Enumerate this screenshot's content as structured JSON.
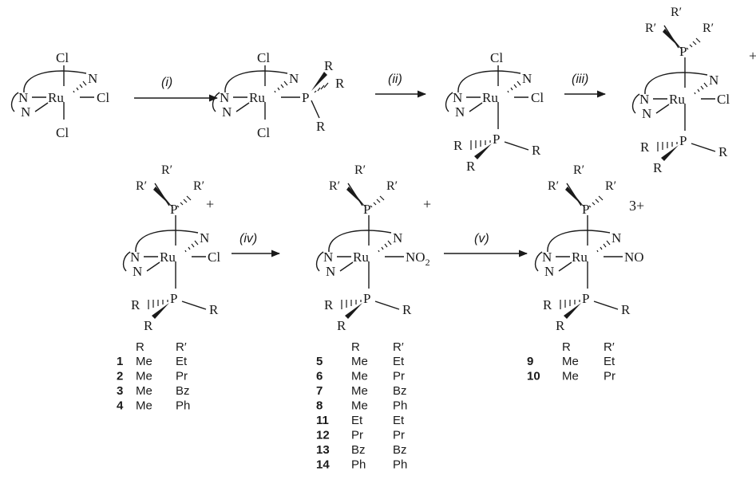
{
  "steps": [
    "(i)",
    "(ii)",
    "(iii)",
    "(iv)",
    "(v)"
  ],
  "atoms": {
    "ru": "Ru",
    "cl": "Cl",
    "n": "N",
    "p": "P",
    "r": "R",
    "rp": "R′",
    "no2": "NO",
    "no2_sub": "2",
    "no": "NO"
  },
  "charges": {
    "plus": "+",
    "three_plus": "3+"
  },
  "table_headers": {
    "r": "R",
    "rp": "R′"
  },
  "table1": [
    {
      "num": "1",
      "r": "Me",
      "rp": "Et"
    },
    {
      "num": "2",
      "r": "Me",
      "rp": "Pr"
    },
    {
      "num": "3",
      "r": "Me",
      "rp": "Bz"
    },
    {
      "num": "4",
      "r": "Me",
      "rp": "Ph"
    }
  ],
  "table2": [
    {
      "num": "5",
      "r": "Me",
      "rp": "Et"
    },
    {
      "num": "6",
      "r": "Me",
      "rp": "Pr"
    },
    {
      "num": "7",
      "r": "Me",
      "rp": "Bz"
    },
    {
      "num": "8",
      "r": "Me",
      "rp": "Ph"
    },
    {
      "num": "11",
      "r": "Et",
      "rp": "Et"
    },
    {
      "num": "12",
      "r": "Pr",
      "rp": "Pr"
    },
    {
      "num": "13",
      "r": "Bz",
      "rp": "Bz"
    },
    {
      "num": "14",
      "r": "Ph",
      "rp": "Ph"
    }
  ],
  "table3": [
    {
      "num": "9",
      "r": "Me",
      "rp": "Et"
    },
    {
      "num": "10",
      "r": "Me",
      "rp": "Pr"
    }
  ]
}
